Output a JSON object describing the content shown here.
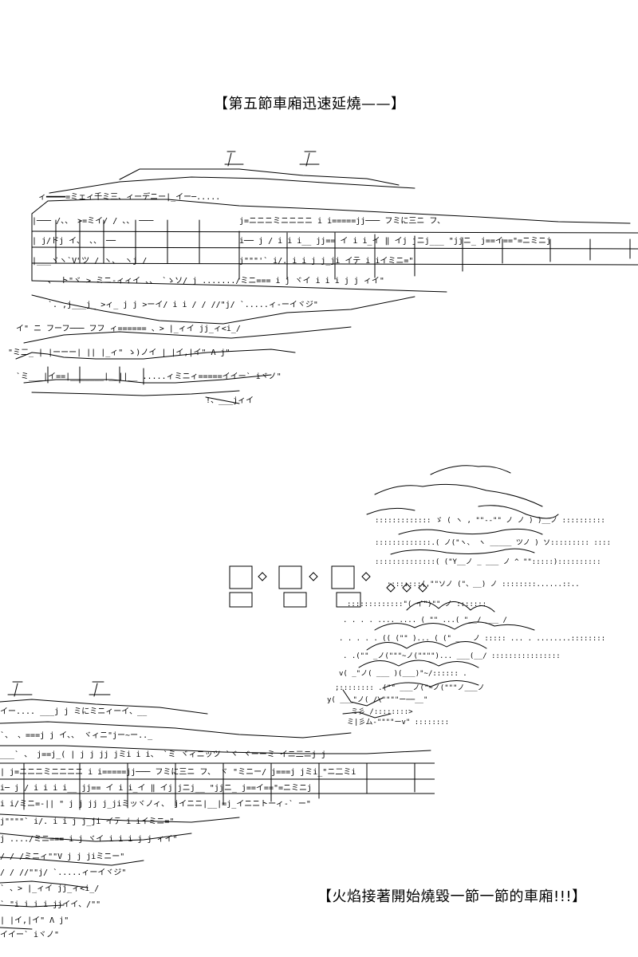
{
  "captions": {
    "top": "【第五節車廂迅速延燒——】",
    "bottom": "【火焰接著開始燒毀一節一節的車廂!!!】"
  },
  "colors": {
    "ink": "#000000",
    "background": "#ffffff"
  },
  "artwork": {
    "train_top": "ascii-art-train-car",
    "fire": "ascii-art-fire-smoke",
    "train_bottom": "ascii-art-train-car-burning"
  }
}
